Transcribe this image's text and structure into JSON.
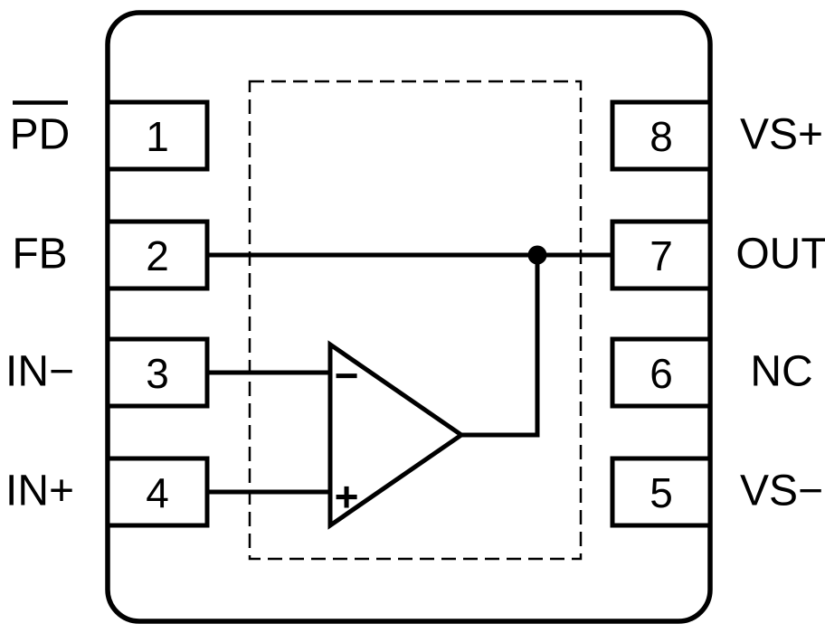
{
  "pins": {
    "left": [
      {
        "number": "1",
        "label": "PD",
        "active_low": true
      },
      {
        "number": "2",
        "label": "FB",
        "active_low": false
      },
      {
        "number": "3",
        "label": "IN−",
        "active_low": false
      },
      {
        "number": "4",
        "label": "IN+",
        "active_low": false
      }
    ],
    "right": [
      {
        "number": "8",
        "label": "VS+",
        "active_low": false
      },
      {
        "number": "7",
        "label": "OUT",
        "active_low": false
      },
      {
        "number": "6",
        "label": "NC",
        "active_low": false
      },
      {
        "number": "5",
        "label": "VS−",
        "active_low": false
      }
    ]
  },
  "opamp": {
    "inverting_input_marker": "−",
    "noninverting_input_marker": "+"
  },
  "connections": [
    "pin2-FB to junction dot to pin7-OUT",
    "junction dot down to opamp output",
    "pin3-IN− to opamp inverting input",
    "pin4-IN+ to opamp noninverting input"
  ],
  "colors": {
    "line": "#000000",
    "background": "#ffffff"
  }
}
